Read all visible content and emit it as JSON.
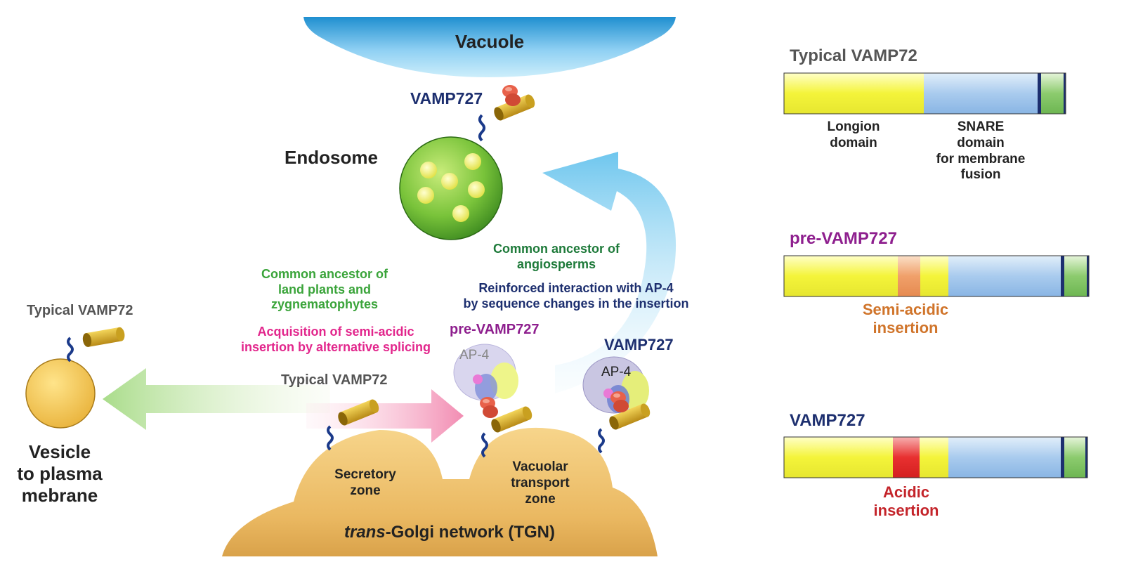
{
  "diagram": {
    "vacuole": "Vacuole",
    "endosome": "Endosome",
    "vamp727_top": "VAMP727",
    "vamp727_right": "VAMP727",
    "pre_vamp727": "pre-VAMP727",
    "typical_vamp72_left": "Typical VAMP72",
    "typical_vamp72_center": "Typical VAMP72",
    "ap4_left": "AP-4",
    "ap4_right": "AP-4",
    "common_land": "Common ancestor of\nland plants and\nzygnematophytes",
    "acquisition": "Acquisition of semi-acidic\ninsertion by alternative splicing",
    "common_angio": "Common ancestor of\nangiosperms",
    "reinforced": "Reinforced interaction with AP-4\nby sequence changes in the insertion",
    "vesicle": "Vesicle\nto plasma\nmebrane",
    "secretory_zone": "Secretory\nzone",
    "vacuolar_zone": "Vacuolar\ntransport\nzone",
    "tgn_italic": "trans",
    "tgn_rest": "-Golgi network (TGN)"
  },
  "domains": {
    "typical": {
      "title": "Typical VAMP72",
      "longin": "Longion\ndomain",
      "snare": "SNARE\ndomain\nfor membrane\nfusion"
    },
    "pre": {
      "title": "pre-VAMP727",
      "insertion": "Semi-acidic\ninsertion"
    },
    "vamp727": {
      "title": "VAMP727",
      "insertion": "Acidic\ninsertion"
    }
  },
  "colors": {
    "navy": "#1d2f6f",
    "magenta": "#8e1f8e",
    "pink": "#e2268c",
    "green": "#3aa43a",
    "dark_green": "#1e7a3a",
    "orange": "#d0742a",
    "red": "#c4242a",
    "gray": "#555555"
  }
}
